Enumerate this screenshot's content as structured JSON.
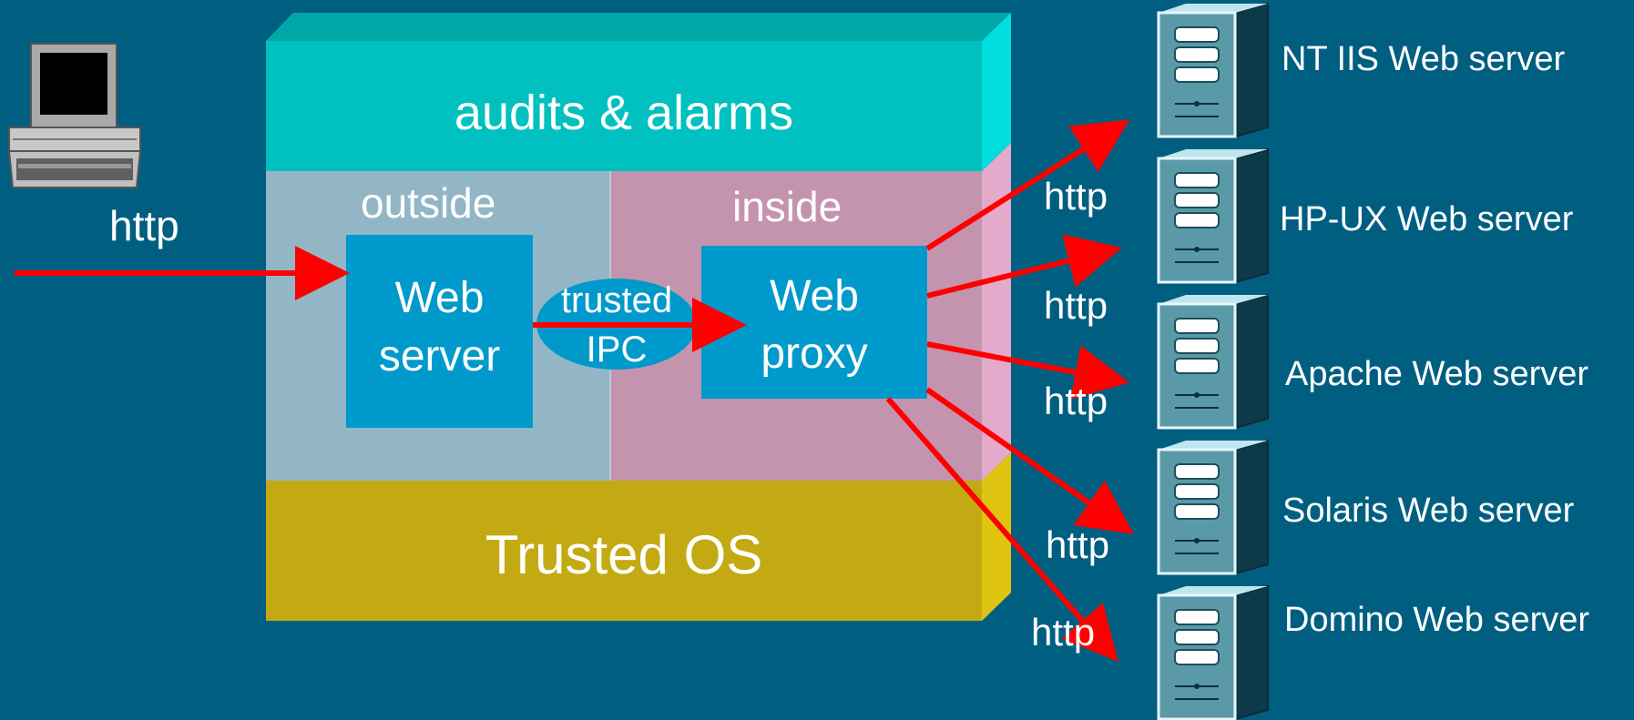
{
  "diagram": {
    "client_label": "http",
    "audit_label": "audits & alarms",
    "outside_label": "outside",
    "inside_label": "inside",
    "web_server_line1": "Web",
    "web_server_line2": "server",
    "ipc_line1": "trusted",
    "ipc_line2": "IPC",
    "proxy_line1": "Web",
    "proxy_line2": "proxy",
    "os_label": "Trusted OS",
    "http_labels": [
      "http",
      "http",
      "http",
      "http",
      "http"
    ],
    "servers": [
      {
        "name": "NT IIS Web server"
      },
      {
        "name": "HP-UX Web server"
      },
      {
        "name": "Apache Web server"
      },
      {
        "name": "Solaris Web server"
      },
      {
        "name": "Domino Web server"
      }
    ]
  },
  "colors": {
    "background": "#005f80",
    "audit": "#00c0c0",
    "outside": "#93b6c6",
    "inside": "#c494ae",
    "os": "#c4aa12",
    "box": "#0099cc",
    "arrow": "#ff0000"
  }
}
